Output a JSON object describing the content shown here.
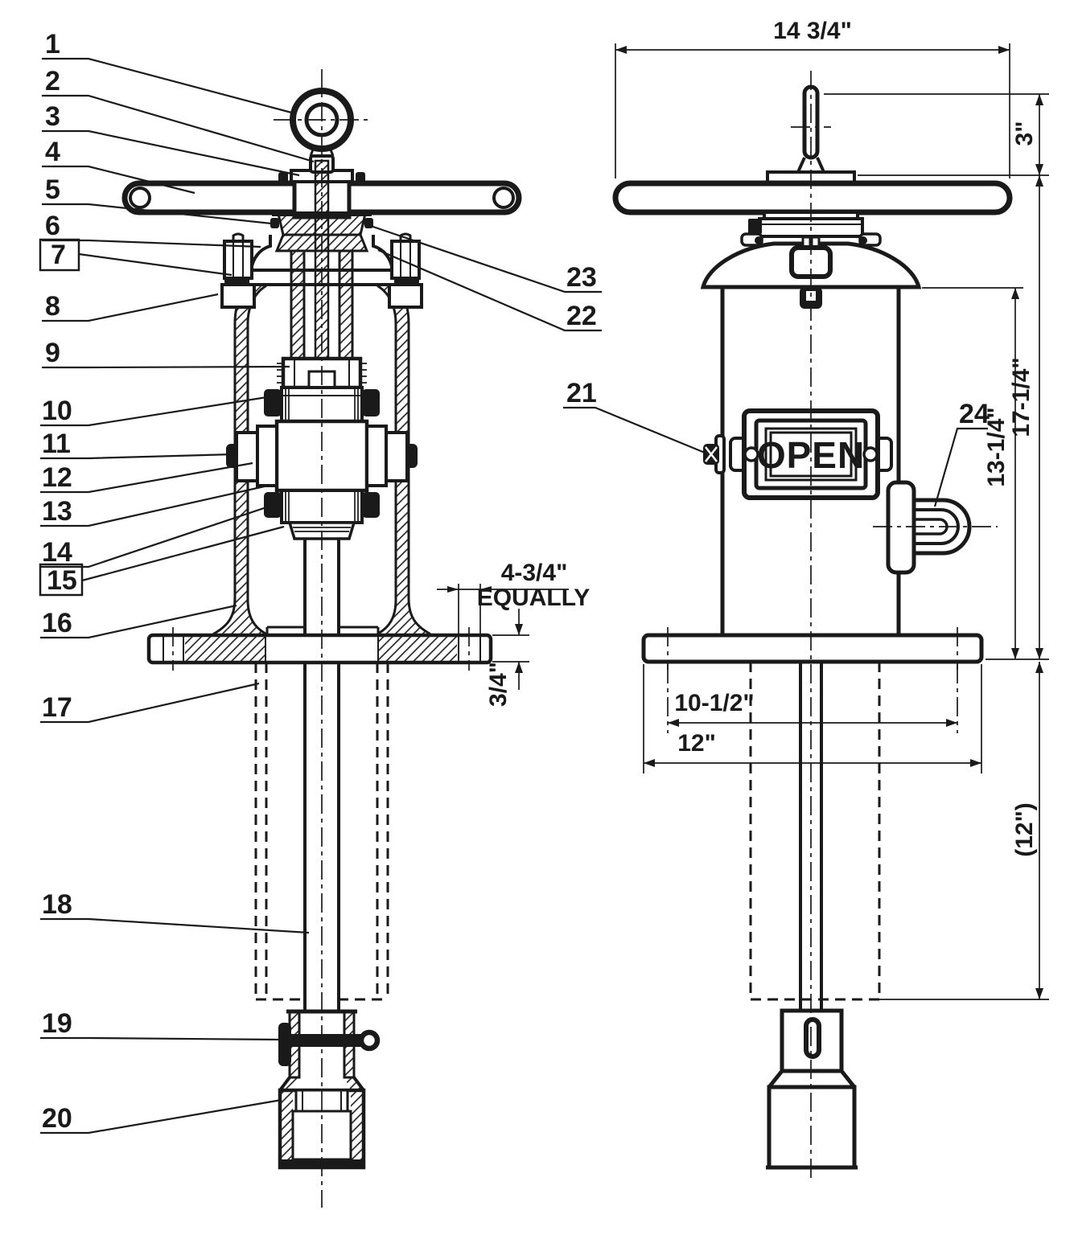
{
  "drawing": {
    "indicator_label": "OPEN",
    "colors": {
      "ink": "#1a1a1a",
      "background": "#ffffff"
    },
    "callouts": [
      {
        "label": "1",
        "boxed": false
      },
      {
        "label": "2",
        "boxed": false
      },
      {
        "label": "3",
        "boxed": false
      },
      {
        "label": "4",
        "boxed": false
      },
      {
        "label": "5",
        "boxed": false
      },
      {
        "label": "6",
        "boxed": false
      },
      {
        "label": "7",
        "boxed": true
      },
      {
        "label": "8",
        "boxed": false
      },
      {
        "label": "9",
        "boxed": false
      },
      {
        "label": "10",
        "boxed": false
      },
      {
        "label": "11",
        "boxed": false
      },
      {
        "label": "12",
        "boxed": false
      },
      {
        "label": "13",
        "boxed": false
      },
      {
        "label": "14",
        "boxed": false
      },
      {
        "label": "15",
        "boxed": true
      },
      {
        "label": "16",
        "boxed": false
      },
      {
        "label": "17",
        "boxed": false
      },
      {
        "label": "18",
        "boxed": false
      },
      {
        "label": "19",
        "boxed": false
      },
      {
        "label": "20",
        "boxed": false
      },
      {
        "label": "21",
        "boxed": false
      },
      {
        "label": "22",
        "boxed": false
      },
      {
        "label": "23",
        "boxed": false
      },
      {
        "label": "24",
        "boxed": false
      }
    ],
    "dimensions": {
      "handwheel_width": "14 3/4\"",
      "stem_height": "3\"",
      "overall_height": "17-1/4\"",
      "body_height": "13-1/4\"",
      "bolt_circle": "10-1/2\"",
      "flange_od": "12\"",
      "burial_depth": "(12\")",
      "bolt_spacing": "4-3/4\"",
      "bolt_spacing_note": "EQUALLY",
      "flange_thickness": "3/4\""
    }
  }
}
